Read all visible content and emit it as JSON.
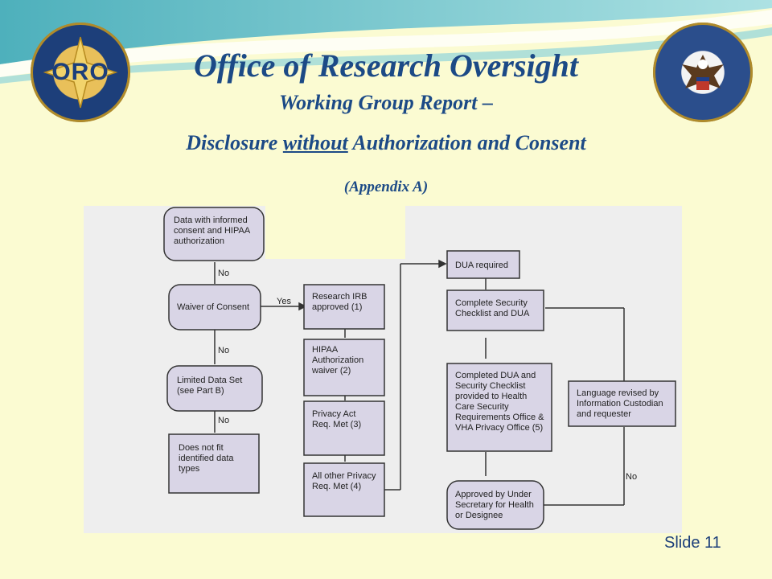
{
  "header": {
    "title": "Office of Research Oversight",
    "subtitle_line1": "Working Group Report –",
    "subtitle_line2_pre": "Disclosure ",
    "subtitle_line2_underlined": "without",
    "subtitle_line2_post": " Authorization and Consent",
    "appendix": "(Appendix A)"
  },
  "logos": {
    "left_text": "ORO",
    "left_icon": "oro-seal-icon",
    "right_icon": "va-seal-icon"
  },
  "flowchart": {
    "box_data_informed": [
      "Data with informed",
      "consent and HIPAA",
      "authorization"
    ],
    "box_waiver": "Waiver of Consent",
    "box_limited": [
      "Limited Data Set",
      "(see Part B)"
    ],
    "box_not_fit": [
      "Does not fit",
      "identified data",
      "types"
    ],
    "box_irb": [
      "Research IRB",
      "approved (1)"
    ],
    "box_hipaa": [
      "HIPAA",
      "Authorization",
      "waiver (2)"
    ],
    "box_privacy_act": [
      "Privacy Act",
      "Req. Met (3)"
    ],
    "box_other_privacy": [
      "All other Privacy",
      "Req. Met (4)"
    ],
    "box_dua_required": "DUA required",
    "box_complete_security": [
      "Complete Security",
      "Checklist and DUA"
    ],
    "box_completed_dua": [
      "Completed DUA and",
      "Security Checklist",
      "provided to Health",
      "Care Security",
      "Requirements Office &",
      "VHA Privacy Office (5)"
    ],
    "box_approved": [
      "Approved by Under",
      "Secretary for Health",
      "or Designee"
    ],
    "box_language": [
      "Language revised by",
      "Information Custodian",
      "and requester"
    ],
    "label_no": "No",
    "label_yes": "Yes"
  },
  "footer": {
    "slide": "Slide 11"
  },
  "colors": {
    "background": "#fbfbd2",
    "title": "#1c4a86",
    "box_fill": "#d9d5e6",
    "diagram_bg": "#f1f1f1"
  }
}
